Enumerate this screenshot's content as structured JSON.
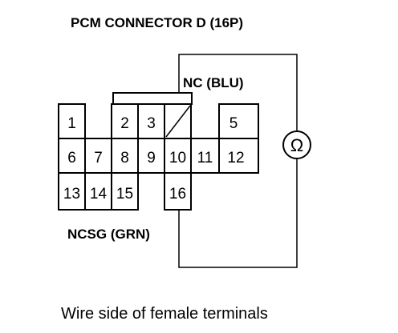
{
  "title": "PCM CONNECTOR D (16P)",
  "labels": {
    "nc": "NC (BLU)",
    "ncsg": "NCSG (GRN)",
    "meter": "Ω"
  },
  "caption": "Wire side of female terminals",
  "terminals": [
    "1",
    "2",
    "3",
    "5",
    "6",
    "7",
    "8",
    "9",
    "10",
    "11",
    "12",
    "13",
    "14",
    "15",
    "16"
  ]
}
